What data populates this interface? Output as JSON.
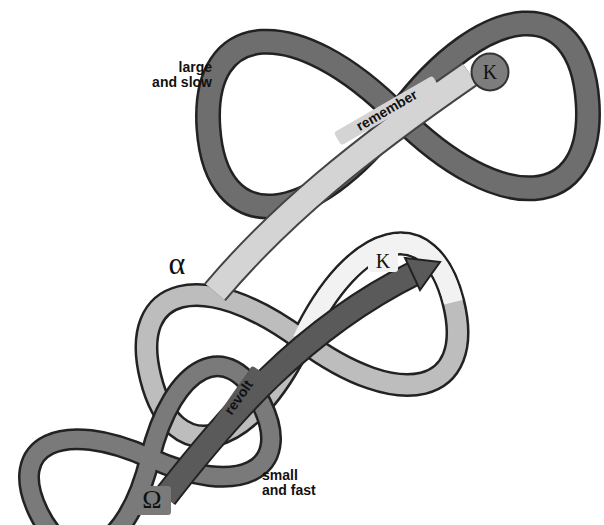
{
  "diagram": {
    "nodes": [
      {
        "text": [
          "K"
        ]
      }
    ],
    "labels": [
      "remember",
      "large and slow",
      "α",
      "K",
      "revolt",
      "small and fast",
      "Ω"
    ]
  }
}
